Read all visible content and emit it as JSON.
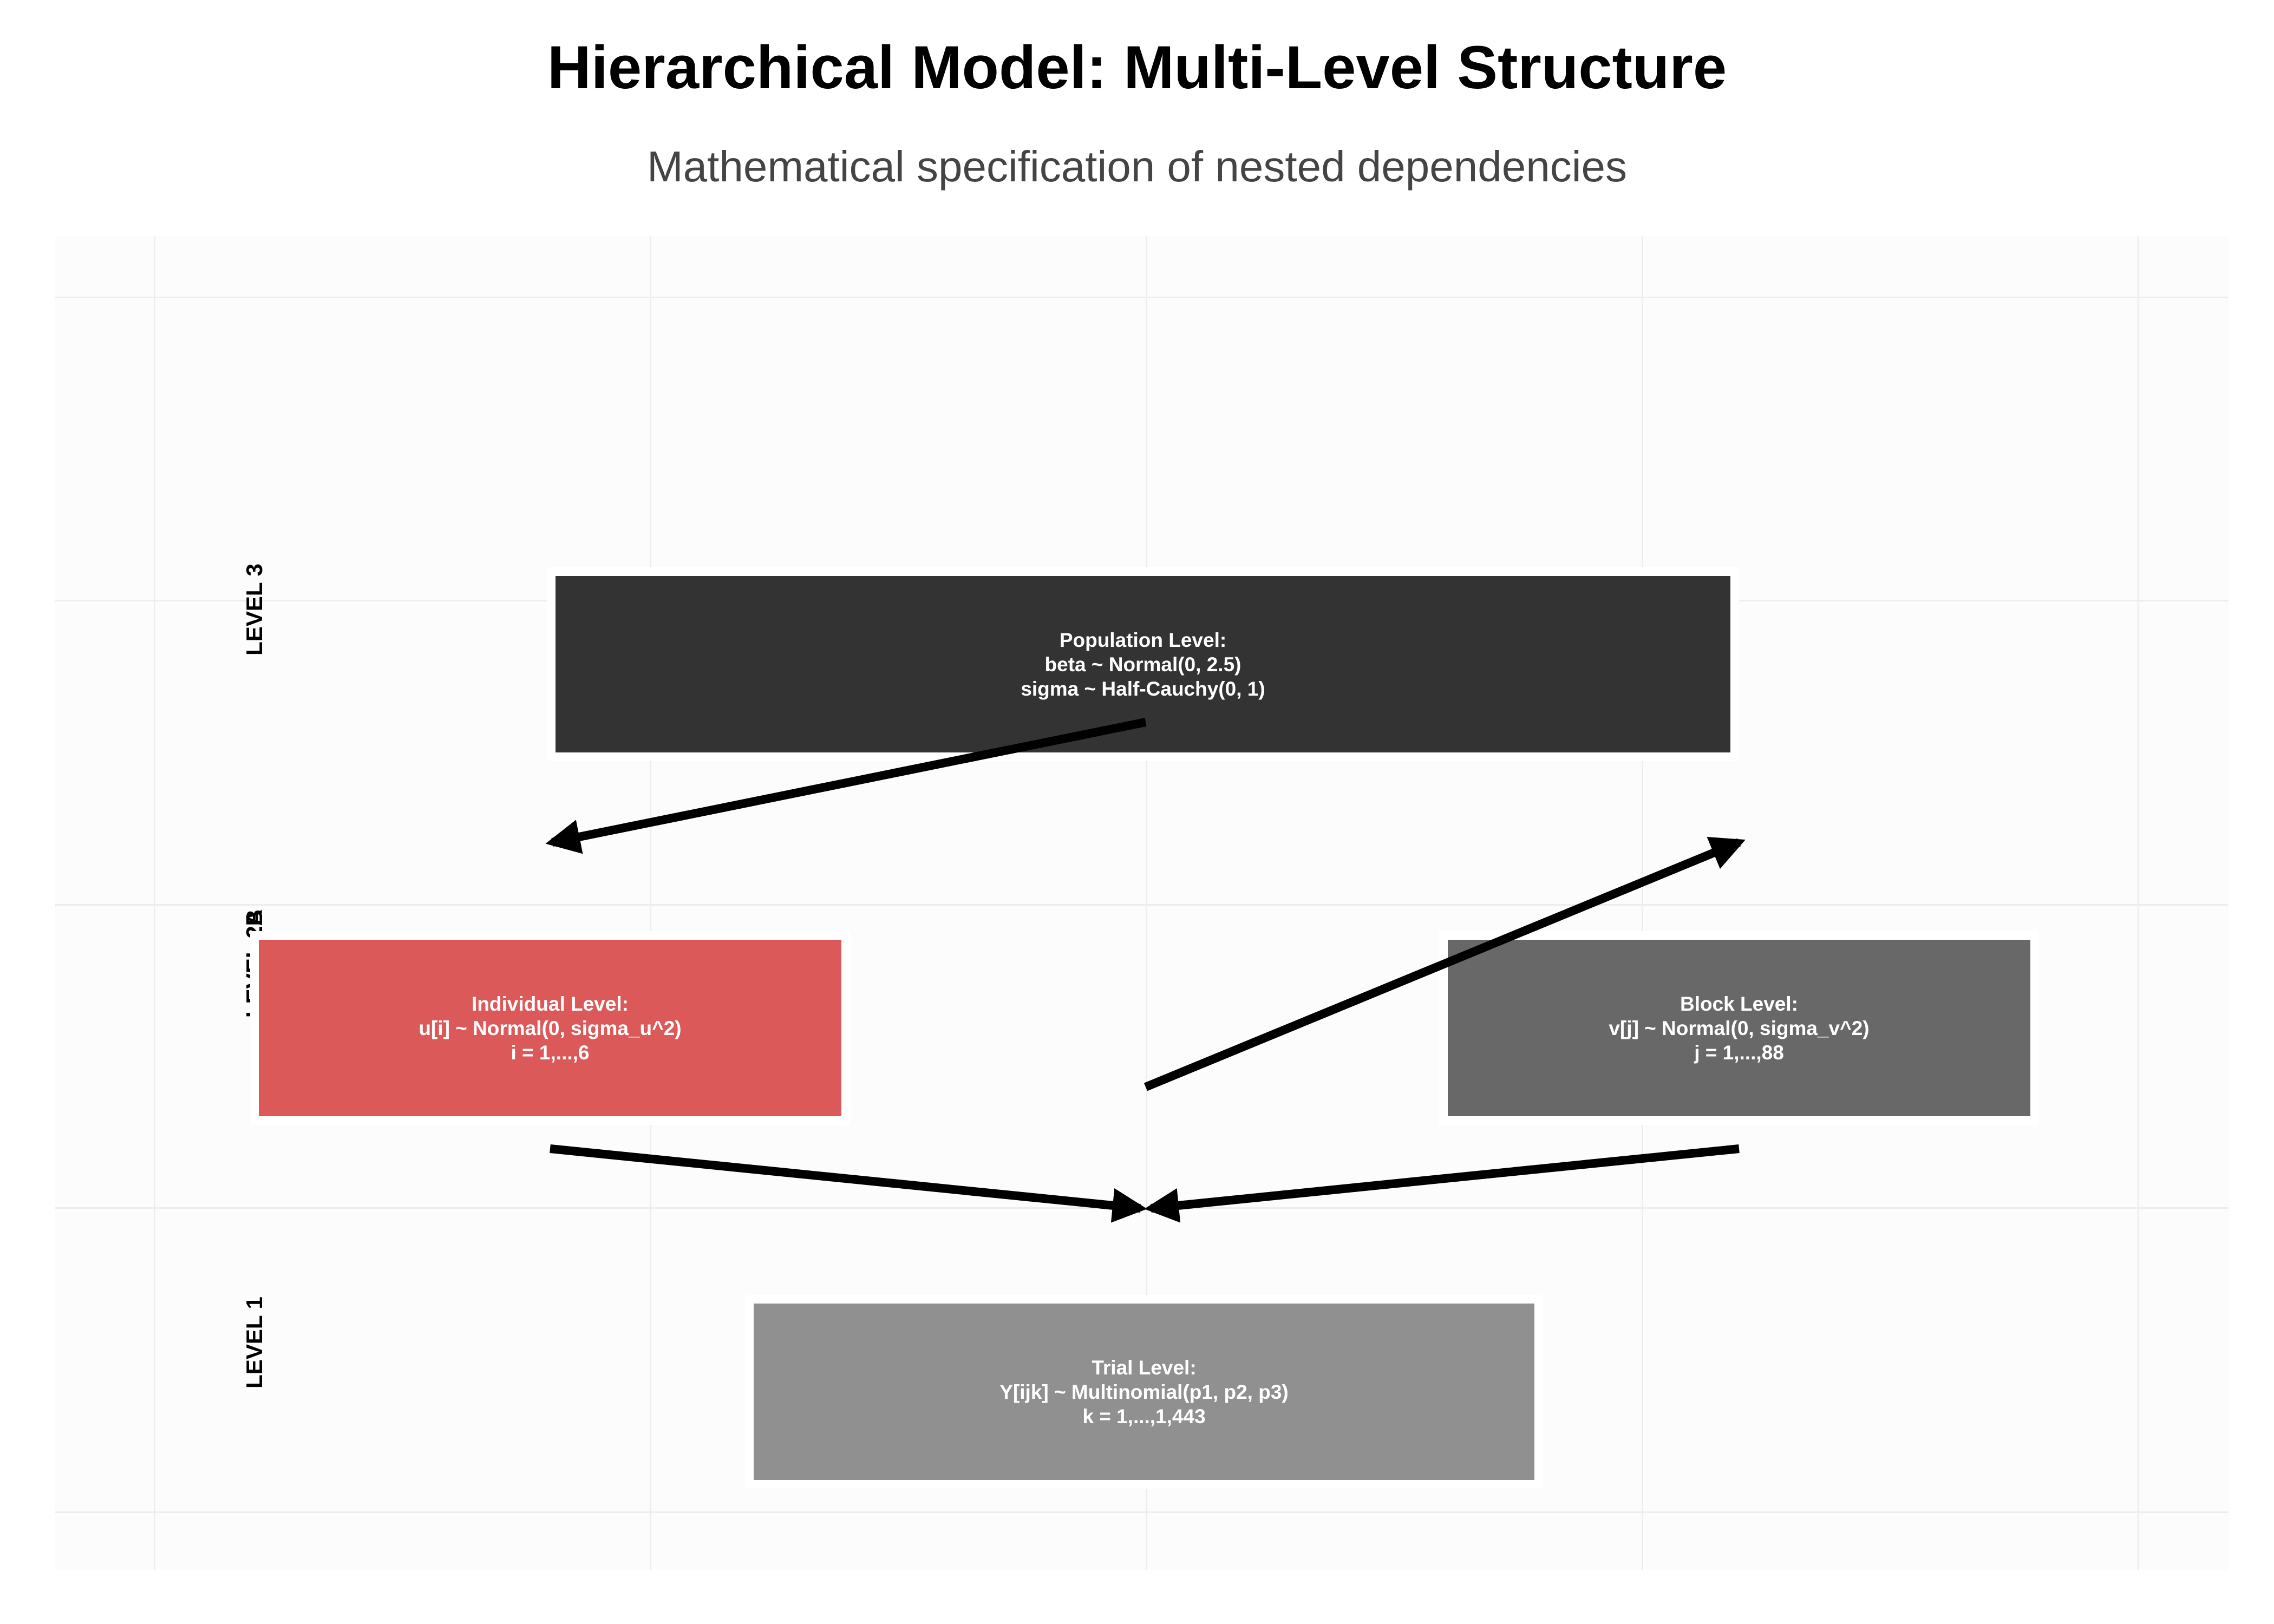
{
  "title": "Hierarchical Model: Multi-Level Structure",
  "subtitle": "Mathematical specification of nested dependencies",
  "level_labels": {
    "level3": "LEVEL 3",
    "level2a": "LEVEL 2A",
    "level2b": "LEVEL 2B",
    "level1": "LEVEL 1"
  },
  "nodes": {
    "population": {
      "line1": "Population Level:",
      "line2": "beta ~ Normal(0, 2.5)",
      "line3": "sigma ~ Half-Cauchy(0, 1)",
      "color": "#333333"
    },
    "individual": {
      "line1": "Individual Level:",
      "line2": "u[i] ~ Normal(0, sigma_u^2)",
      "line3": "i = 1,...,6",
      "color": "#dc5959"
    },
    "block": {
      "line1": "Block Level:",
      "line2": "v[j] ~ Normal(0, sigma_v^2)",
      "line3": "j = 1,...,88",
      "color": "#686868"
    },
    "trial": {
      "line1": "Trial Level:",
      "line2": "Y[ijk] ~ Multinomial(p1, p2, p3)",
      "line3": "k = 1,...,1,443",
      "color": "#909090"
    }
  },
  "edges": [
    {
      "from": "population",
      "to": "individual"
    },
    {
      "from": "population",
      "to": "block"
    },
    {
      "from": "individual",
      "to": "trial"
    },
    {
      "from": "block",
      "to": "trial"
    }
  ]
}
